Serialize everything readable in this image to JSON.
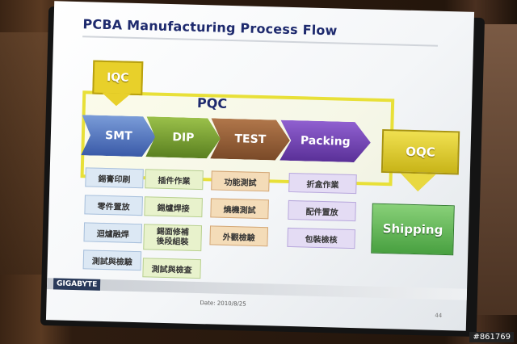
{
  "title": "PCBA Manufacturing Process Flow",
  "iqc": "IQC",
  "pqc": "PQC",
  "oqc": "OQC",
  "shipping": "Shipping",
  "steps": [
    "SMT",
    "DIP",
    "TEST",
    "Packing"
  ],
  "columns": [
    [
      "錫膏印刷",
      "零件置放",
      "迴爐融焊",
      "測試與檢驗"
    ],
    [
      "插件作業",
      "錫爐焊接",
      "錫面修補\n後段組裝",
      "測試與檢查"
    ],
    [
      "功能測試",
      "燒機測試",
      "外觀檢驗"
    ],
    [
      "折盒作業",
      "配件置放",
      "包裝檢核"
    ]
  ],
  "brand": "GIGABYTE",
  "date": "Date: 2010/8/25",
  "page_number": "44",
  "photo_id": "#861769"
}
